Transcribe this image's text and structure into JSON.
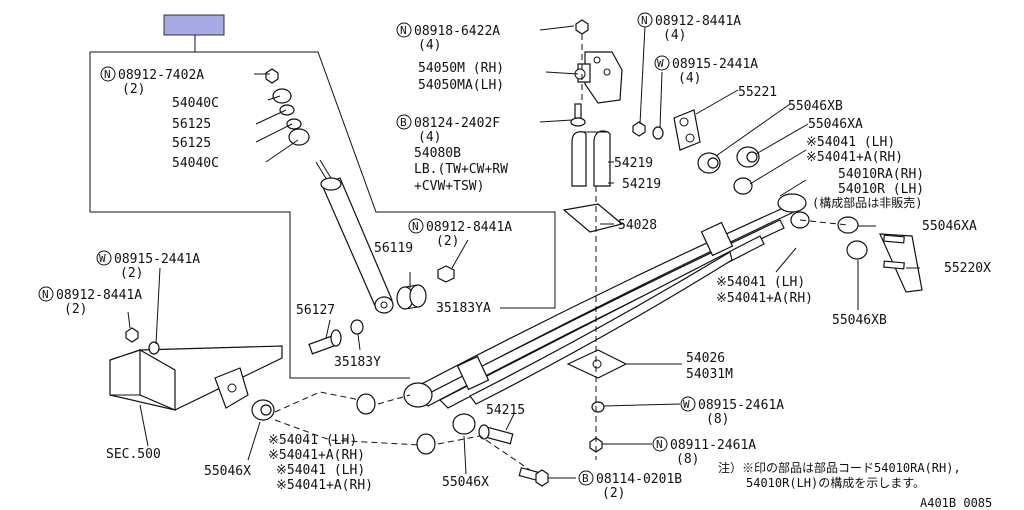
{
  "figure_code": "A401B 0085",
  "note": {
    "line1": "注）※印の部品は部品コード54010RA(RH),",
    "line2": "54010R(LH)の構成を示します。"
  },
  "labels": [
    {
      "prefix": "N",
      "text": "08918-6422A",
      "qty": "(4)"
    },
    {
      "text": "54050M (RH)",
      "text2": "54050MA(LH)"
    },
    {
      "prefix": "B",
      "text": "08124-2402F",
      "qty": "(4)"
    },
    {
      "text": "54080B",
      "text2": "LB.(TW+CW+RW",
      "text3": "+CVW+TSW)"
    },
    {
      "text": "54219"
    },
    {
      "text": "54219"
    },
    {
      "prefix": "N",
      "text": "08912-8441A",
      "qty": "(4)"
    },
    {
      "prefix": "W",
      "text": "08915-2441A",
      "qty": "(4)"
    },
    {
      "text": "55221"
    },
    {
      "text": "55046XB"
    },
    {
      "text": "55046XA"
    },
    {
      "text": "※54041 (LH)",
      "text2": "※54041+A(RH)"
    },
    {
      "text": "54010RA(RH)",
      "text2": "54010R (LH)",
      "text3": "(構成部品は非販売)"
    },
    {
      "text": "54028"
    },
    {
      "text": "55046XA"
    },
    {
      "text": "55220X"
    },
    {
      "text": "※54041 (LH)",
      "text2": "※54041+A(RH)"
    },
    {
      "text": "55046XB"
    },
    {
      "text": "54026",
      "text2": "54031M"
    },
    {
      "prefix": "W",
      "text": "08915-2461A",
      "qty": "(8)"
    },
    {
      "prefix": "N",
      "text": "08911-2461A",
      "qty": "(8)"
    },
    {
      "prefix": "B",
      "text": "08114-0201B",
      "qty": "(2)"
    },
    {
      "text": "54215"
    },
    {
      "text": "55046X"
    },
    {
      "text": "※54041 (LH)",
      "text2": "※54041+A(RH)"
    },
    {
      "text": "※54041 (LH)",
      "text2": "※54041+A(RH)"
    },
    {
      "text": "55046X"
    },
    {
      "text": "SEC.500"
    },
    {
      "prefix": "W",
      "text": "08915-2441A",
      "qty": "(2)"
    },
    {
      "prefix": "N",
      "text": "08912-8441A",
      "qty": "(2)"
    },
    {
      "text": "56127"
    },
    {
      "text": "35183Y"
    },
    {
      "text": "56119"
    },
    {
      "text": "35183YA"
    },
    {
      "prefix": "N",
      "text": "08912-8441A",
      "qty": "(2)"
    },
    {
      "prefix": "N",
      "text": "08912-7402A",
      "qty": "(2)"
    },
    {
      "text": "54040C"
    },
    {
      "text": "56125"
    },
    {
      "text": "56125"
    },
    {
      "text": "54040C"
    }
  ],
  "colors": {
    "header_tab": "#a9a9e6",
    "line": "#111111"
  }
}
